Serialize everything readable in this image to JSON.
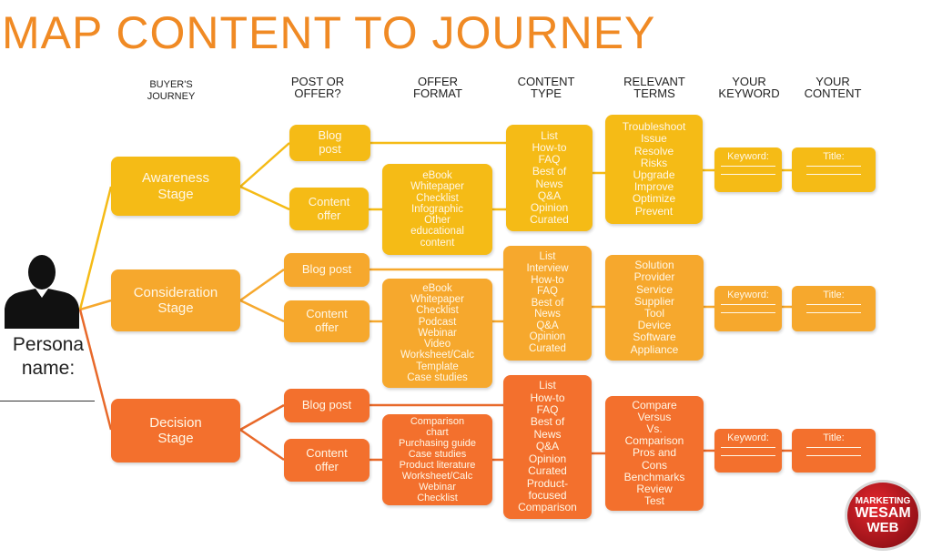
{
  "title": "MAP CONTENT TO JOURNEY",
  "columns": {
    "buyers_journey": "BUYER'S\nJOURNEY",
    "post_or_offer": "POST OR\nOFFER?",
    "offer_format": "OFFER\nFORMAT",
    "content_type": "CONTENT\nTYPE",
    "relevant_terms": "RELEVANT\nTERMS",
    "your_keyword": "YOUR\nKEYWORD",
    "your_content": "YOUR\nCONTENT"
  },
  "persona": {
    "label": "Persona\nname:"
  },
  "stages": {
    "awareness": {
      "stage": "Awareness\nStage",
      "blog_post": "Blog\npost",
      "content_offer": "Content\noffer",
      "offer_format": [
        "eBook",
        "Whitepaper",
        "Checklist",
        "Infographic",
        "Other",
        "educational",
        "content"
      ],
      "content_type": [
        "List",
        "How-to",
        "FAQ",
        "Best of",
        "News",
        "Q&A",
        "Opinion",
        "Curated"
      ],
      "relevant_terms": [
        "Troubleshoot",
        "Issue",
        "Resolve",
        "Risks",
        "Upgrade",
        "Improve",
        "Optimize",
        "Prevent"
      ],
      "keyword": "Keyword:",
      "content": "Title:"
    },
    "consideration": {
      "stage": "Consideration\nStage",
      "blog_post": "Blog post",
      "content_offer": "Content\noffer",
      "offer_format": [
        "eBook",
        "Whitepaper",
        "Checklist",
        "Podcast",
        "Webinar",
        "Video",
        "Worksheet/Calc",
        "Template",
        "Case studies"
      ],
      "content_type": [
        "List",
        "Interview",
        "How-to",
        "FAQ",
        "Best of",
        "News",
        "Q&A",
        "Opinion",
        "Curated"
      ],
      "relevant_terms": [
        "Solution",
        "Provider",
        "Service",
        "Supplier",
        "Tool",
        "Device",
        "Software",
        "Appliance"
      ],
      "keyword": "Keyword:",
      "content": "Title:"
    },
    "decision": {
      "stage": "Decision\nStage",
      "blog_post": "Blog post",
      "content_offer": "Content\noffer",
      "offer_format": [
        "Comparison",
        "chart",
        "Purchasing guide",
        "Case studies",
        "Product literature",
        "Worksheet/Calc",
        "Webinar",
        "Checklist"
      ],
      "content_type": [
        "List",
        "How-to",
        "FAQ",
        "Best of",
        "News",
        "Q&A",
        "Opinion",
        "Curated",
        "Product-",
        "focused",
        "Comparison"
      ],
      "relevant_terms": [
        "Compare",
        "Versus",
        "Vs.",
        "Comparison",
        "Pros and",
        "Cons",
        "Benchmarks",
        "Review",
        "Test"
      ],
      "keyword": "Keyword:",
      "content": "Title:"
    }
  },
  "colors": {
    "title": "#f08a24",
    "awareness": "#f5bb16",
    "consideration": "#f6a82d",
    "decision": "#f3702d"
  },
  "logo": {
    "line1": "MARKETING",
    "line2": "WESAM",
    "line3": "WEB"
  }
}
